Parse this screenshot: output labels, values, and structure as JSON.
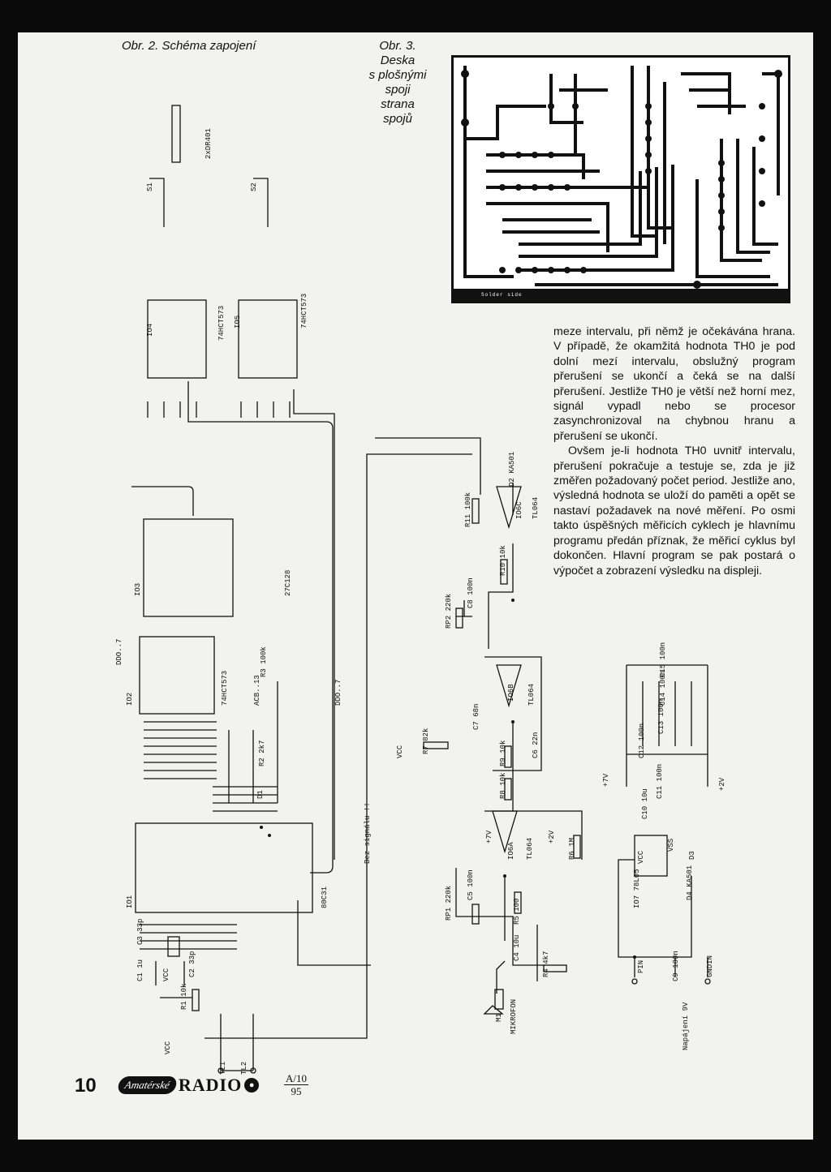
{
  "captions": {
    "fig2": "Obr. 2. Schéma zapojení",
    "fig3_l1": "Obr. 3.",
    "fig3_l2": "Deska",
    "fig3_l3": "s plošnými",
    "fig3_l4": "spoji",
    "fig3_l5": "strana",
    "fig3_l6": "spojů"
  },
  "pcb": {
    "label": "Solder side"
  },
  "article": {
    "p1": "meze intervalu, při němž je očekávána hrana. V případě, že okamžitá hodnota TH0 je pod dolní mezí intervalu, obslužný program přerušení se ukončí a čeká se na další přerušení. Jestliže TH0 je větší než horní mez, signál vypadl nebo se procesor zasynchronizoval na chybnou hranu a přerušení se ukončí.",
    "p2": "Ovšem je-li hodnota TH0 uvnitř intervalu, přerušení pokračuje a testuje se, zda je již změřen požadovaný počet period. Jestliže ano, výsledná hodnota se uloží do paměti a opět se nastaví požadavek na nové měření. Po osmi takto úspěšných měřicích cyklech je hlavnímu programu předán příznak, že měřicí cyklus byl dokončen. Hlavní program se pak postará o výpočet a zobrazení výsledku na displeji."
  },
  "schematic": {
    "labels": {
      "s1": "S1",
      "s2": "S2",
      "disp": "2xDR401",
      "io4": "IO4",
      "io4_type": "74HCT573",
      "io5": "IO5",
      "io5_type": "74HCT573",
      "io3": "IO3",
      "io3_type": "27C128",
      "io2": "IO2",
      "io2_type": "74HCT573",
      "io1": "IO1",
      "io1_type": "80C31",
      "io6a": "IO6A",
      "io6b": "IO6B",
      "io6c": "IO6C",
      "tl064": "TL064",
      "io7": "IO7 78L05",
      "r1": "R1 10k",
      "r2": "R2 2k7",
      "r3": "R3 100k",
      "r4": "R4 4k7",
      "r5": "R5 100",
      "r6": "R6 1M",
      "r7": "R7 82k",
      "r8": "R8 10k",
      "r9": "R9 10k",
      "r10": "R10 10k",
      "r11": "R11 100k",
      "rp1": "RP1 220k",
      "rp2": "RP2 220k",
      "c1": "C1 1u",
      "c2": "C2 33p",
      "c3": "C3 33p",
      "c4": "C4 10u",
      "c5": "C5 100n",
      "c6": "C6 22n",
      "c7": "C7 68n",
      "c8": "C8 100n",
      "c9": "C9 100n",
      "c10": "C10 10u",
      "c11": "C11 100n",
      "c12": "C12 100n",
      "c13": "C13 100n",
      "c14": "C14 100n",
      "c15": "C15 100n",
      "d1": "D1",
      "d2": "D2 KA501",
      "d3": "D3",
      "d4": "D4 KA501",
      "tl1": "TL1",
      "tl2": "TL2",
      "m1": "M1",
      "mikrofon": "MIKROFON",
      "vcc": "VCC",
      "vss": "VSS",
      "napajeni": "Napájení 9V",
      "pin": "PIN",
      "gndin": "GNDIN",
      "p7v": "+7V",
      "p2v": "+2V",
      "bez_signalu": "Bez signálu !!",
      "ddo": "DDO..7",
      "acb": "ACB..13"
    }
  },
  "footer": {
    "page_number": "10",
    "logo_italic": "Amatérské",
    "logo_bold": "RADIO",
    "issue_top": "A/10",
    "issue_bottom": "95"
  }
}
